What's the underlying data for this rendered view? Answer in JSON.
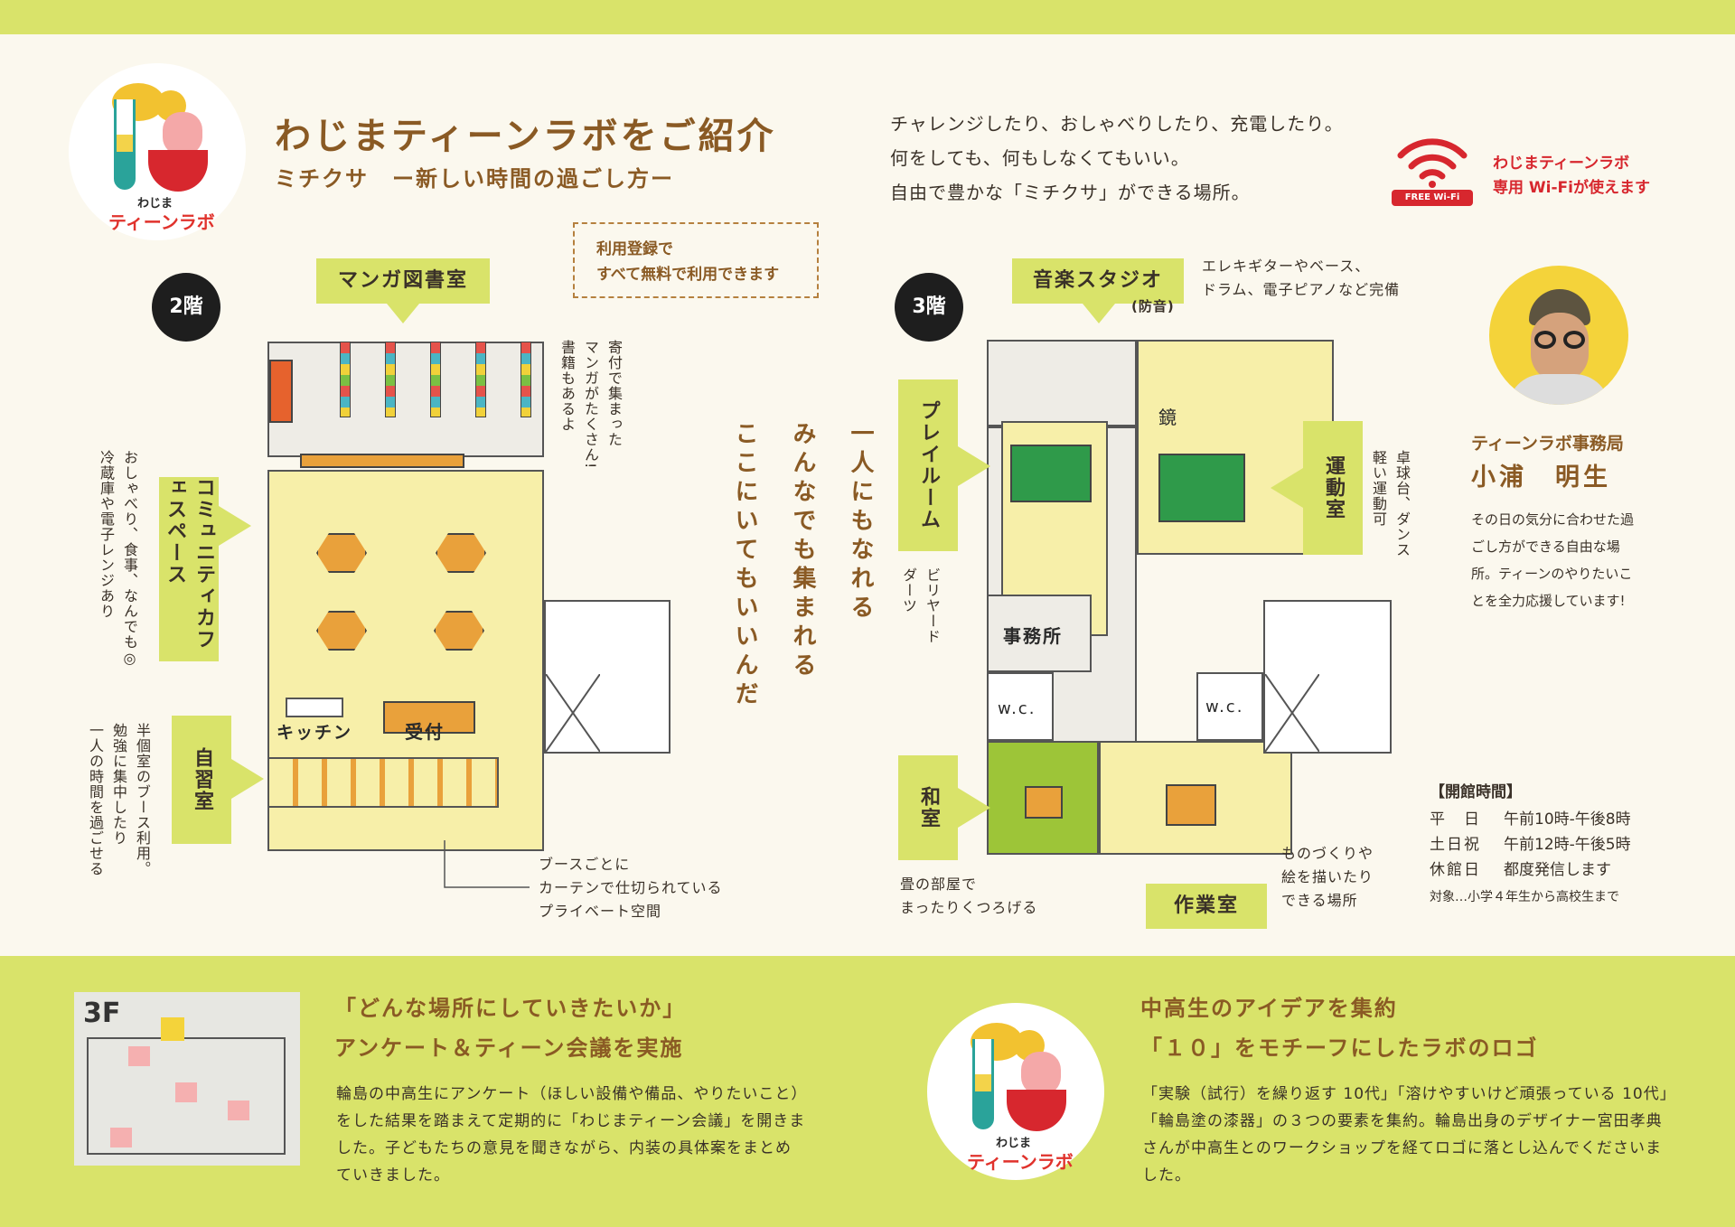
{
  "header": {
    "title": "わじまティーンラボをご紹介",
    "subtitle": "ミチクサ　ー新しい時間の過ごし方ー",
    "intro_lines": [
      "チャレンジしたり、おしゃべりしたり、充電したり。",
      "何をしても、何もしなくてもいい。",
      "自由で豊かな「ミチクサ」ができる場所。"
    ]
  },
  "logo": {
    "small_text": "わじま",
    "large_text": "ティーンラボ",
    "number": "10"
  },
  "wifi": {
    "badge": "FREE Wi-Fi",
    "lines": [
      "わじまティーンラボ",
      "専用 Wi-Fiが使えます"
    ]
  },
  "registration_note": [
    "利用登録で",
    "すべて無料で利用できます"
  ],
  "floor2": {
    "badge": "2階",
    "rooms": {
      "manga": "マンガ図書室",
      "cafe": "コミュニティカフェスペース",
      "study": "自習室",
      "kitchen": "キッチン",
      "reception": "受付"
    },
    "notes": {
      "manga": [
        "寄付で集まった",
        "マンガがたくさん!",
        "書籍もあるよ"
      ],
      "cafe": [
        "おしゃべり、食事、なんでも◎",
        "冷蔵庫や電子レンジあり"
      ],
      "study": [
        "半個室のブース利用。",
        "勉強に集中したり",
        "一人の時間を過ごせる"
      ],
      "booth": [
        "ブースごとに",
        "カーテンで仕切られている",
        "プライベート空間"
      ]
    }
  },
  "catchphrase": [
    "一人にもなれる",
    "みんなでも集まれる",
    "ここにいてもいいんだ"
  ],
  "floor3": {
    "badge": "3階",
    "rooms": {
      "studio": "音楽スタジオ",
      "studio_sub": "(防音)",
      "play": "プレイルーム",
      "exercise": "運動室",
      "office": "事務所",
      "wc": "w.c.",
      "washitsu": "和室",
      "workshop": "作業室",
      "mirror": "鏡"
    },
    "notes": {
      "studio": [
        "エレキギターやベース、",
        "ドラム、電子ピアノなど完備"
      ],
      "play": [
        "ビリヤード",
        "ダーツ"
      ],
      "exercise": [
        "卓球台、ダンス",
        "軽い運動可"
      ],
      "washitsu": [
        "畳の部屋で",
        "まったりくつろげる"
      ],
      "workshop": [
        "ものづくりや",
        "絵を描いたり",
        "できる場所"
      ]
    }
  },
  "staff": {
    "role": "ティーンラボ事務局",
    "name": "小浦　明生",
    "description": "その日の気分に合わせた過ごし方ができる自由な場所。ティーンのやりたいことを全力応援しています!"
  },
  "hours": {
    "title": "【開館時間】",
    "rows": [
      {
        "day": "平　日",
        "time": "午前10時-午後8時"
      },
      {
        "day": "土日祝",
        "time": "午前12時-午後5時"
      },
      {
        "day": "休館日",
        "time": "都度発信します"
      }
    ],
    "target": "対象…小学４年生から高校生まで"
  },
  "bottom_left": {
    "photo_label": "3F",
    "heading": [
      "「どんな場所にしていきたいか」",
      "アンケート＆ティーン会議を実施"
    ],
    "body": "輪島の中高生にアンケート（ほしい設備や備品、やりたいこと）をした結果を踏まえて定期的に「わじまティーン会議」を開きました。子どもたちの意見を聞きながら、内装の具体案をまとめていきました。"
  },
  "bottom_right": {
    "heading": [
      "中高生のアイデアを集約",
      "「１０」をモチーフにしたラボのロゴ"
    ],
    "body": "「実験（試行）を繰り返す 10代」「溶けやすいけど頑張っている 10代」「輪島塗の漆器」の３つの要素を集約。輪島出身のデザイナー宮田孝典さんが中高生とのワークショップを経てロゴに落とし込んでくださいました。"
  },
  "colors": {
    "band": "#d9e36a",
    "brown": "#8a5a24",
    "red": "#d7272e",
    "background": "#fbf8ee"
  }
}
